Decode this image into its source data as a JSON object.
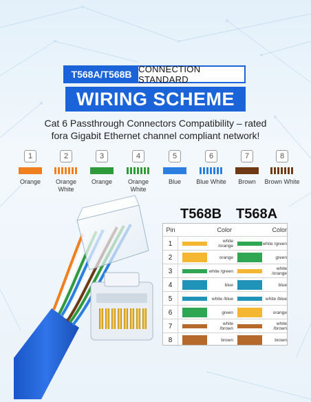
{
  "header": {
    "badge_left": "T568A/T568B",
    "badge_right": "CONNECTION STANDARD",
    "title": "WIRING SCHEME",
    "subtitle_line1": "Cat 6 Passthrough Connectors Compatibility – rated",
    "subtitle_line2": "fora Gigabit Ethernet channel compliant network!"
  },
  "legend": [
    {
      "num": "1",
      "label": "Orange",
      "color": "#f07f1f",
      "striped": false
    },
    {
      "num": "2",
      "label": "Orange White",
      "color": "#f07f1f",
      "striped": true
    },
    {
      "num": "3",
      "label": "Orange",
      "color": "#2e9a3c",
      "striped": false
    },
    {
      "num": "4",
      "label": "Orange White",
      "color": "#2e9a3c",
      "striped": true
    },
    {
      "num": "5",
      "label": "Blue",
      "color": "#2a7fe0",
      "striped": false
    },
    {
      "num": "6",
      "label": "Blue White",
      "color": "#2a7fe0",
      "striped": true
    },
    {
      "num": "7",
      "label": "Brown",
      "color": "#6e3a14",
      "striped": false
    },
    {
      "num": "8",
      "label": "Brown White",
      "color": "#6e3a14",
      "striped": true
    }
  ],
  "tables": {
    "t568b_title": "T568B",
    "t568a_title": "T568A",
    "pin_header": "Pin",
    "color_header": "Color",
    "color_header_a": "Color",
    "rows": [
      {
        "pin": "1",
        "b": {
          "name": "white /orange",
          "color": "#f5b731",
          "striped": true
        },
        "a": {
          "name": "white /green",
          "color": "#2ea652",
          "striped": true
        }
      },
      {
        "pin": "2",
        "b": {
          "name": "orange",
          "color": "#f5b731",
          "striped": false
        },
        "a": {
          "name": "green",
          "color": "#2ea652",
          "striped": false
        }
      },
      {
        "pin": "3",
        "b": {
          "name": "white /green",
          "color": "#2ea652",
          "striped": true
        },
        "a": {
          "name": "white /orange",
          "color": "#f5b731",
          "striped": true
        }
      },
      {
        "pin": "4",
        "b": {
          "name": "blue",
          "color": "#1f93b8",
          "striped": false
        },
        "a": {
          "name": "blue",
          "color": "#1f93b8",
          "striped": false
        }
      },
      {
        "pin": "5",
        "b": {
          "name": "white /blue",
          "color": "#1f93b8",
          "striped": true
        },
        "a": {
          "name": "white /blue",
          "color": "#1f93b8",
          "striped": true
        }
      },
      {
        "pin": "6",
        "b": {
          "name": "green",
          "color": "#2ea652",
          "striped": false
        },
        "a": {
          "name": "orange",
          "color": "#f5b731",
          "striped": false
        }
      },
      {
        "pin": "7",
        "b": {
          "name": "white /brown",
          "color": "#b56a2b",
          "striped": true
        },
        "a": {
          "name": "white /brown",
          "color": "#b56a2b",
          "striped": true
        }
      },
      {
        "pin": "8",
        "b": {
          "name": "brown",
          "color": "#b56a2b",
          "striped": false
        },
        "a": {
          "name": "brown",
          "color": "#b56a2b",
          "striped": false
        }
      }
    ]
  }
}
